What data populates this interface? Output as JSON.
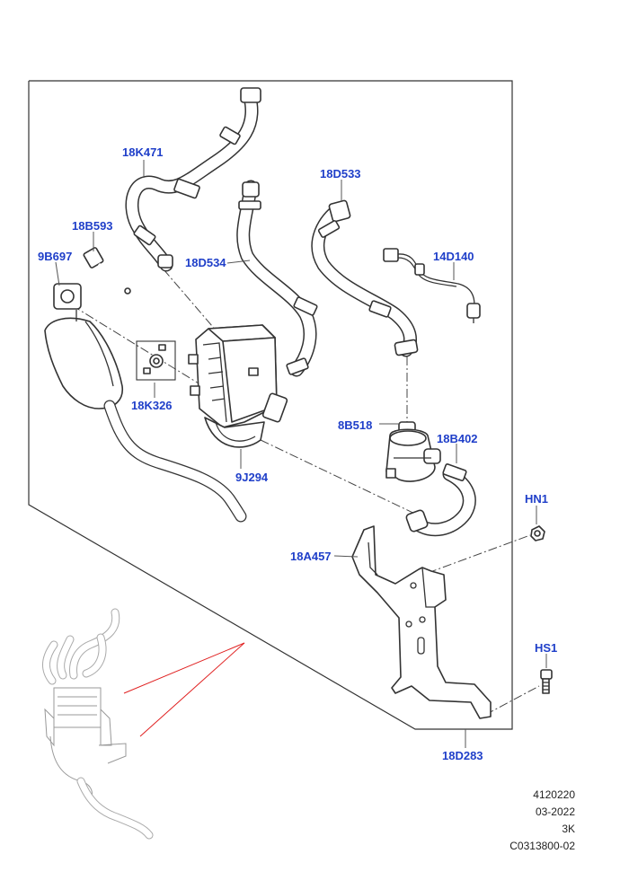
{
  "labels": {
    "l_18K471": "18K471",
    "l_18D533": "18D533",
    "l_18B593": "18B593",
    "l_9B697": "9B697",
    "l_18D534": "18D534",
    "l_14D140": "14D140",
    "l_18K326": "18K326",
    "l_8B518": "8B518",
    "l_18B402": "18B402",
    "l_9J294": "9J294",
    "l_HN1": "HN1",
    "l_18A457": "18A457",
    "l_HS1": "HS1",
    "l_18D283": "18D283"
  },
  "footer": {
    "line1": "4120220",
    "line2": "03-2022",
    "line3": "3K",
    "line4": "C0313800-02"
  },
  "colors": {
    "label": "#1f3fc9",
    "line": "#333333",
    "inset_pointer": "#e02020"
  }
}
